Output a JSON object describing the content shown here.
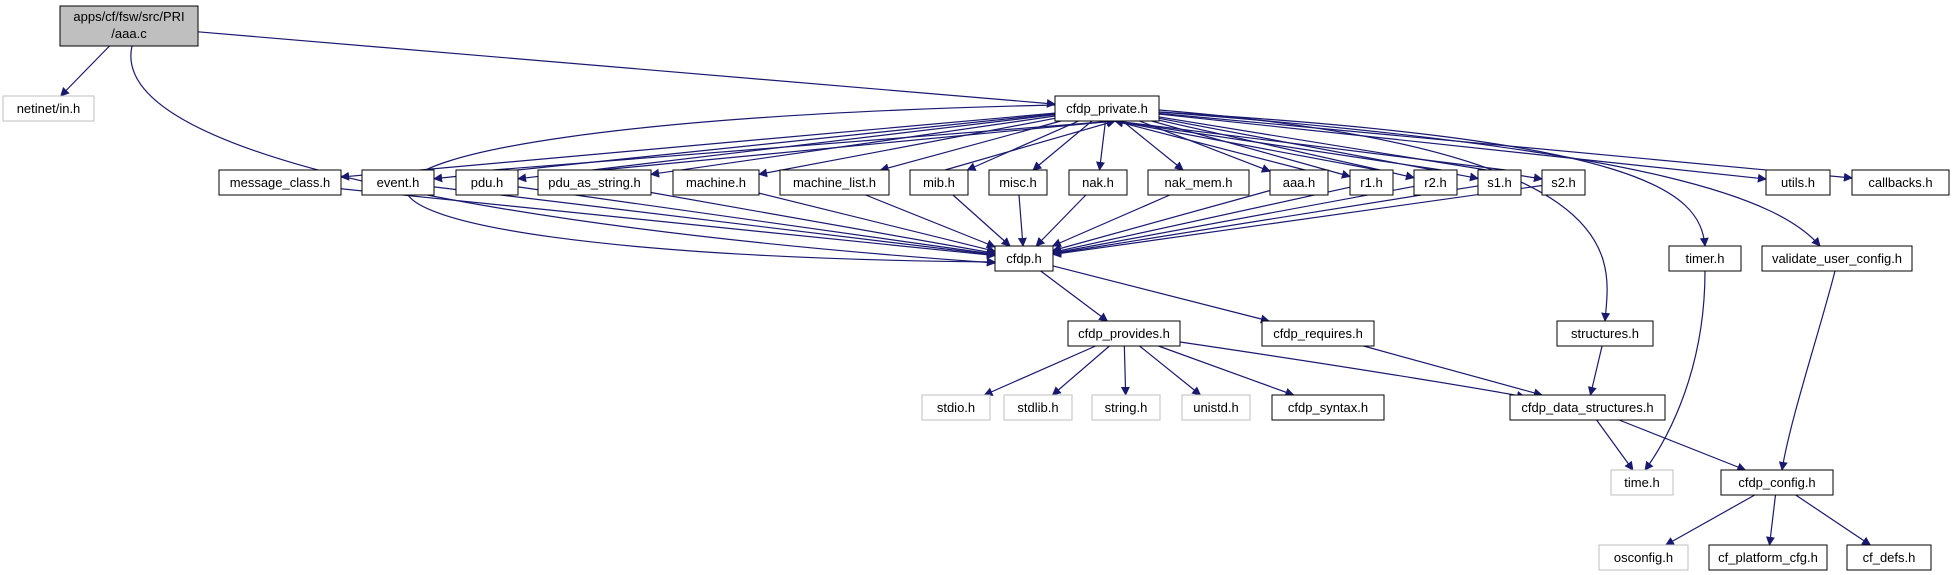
{
  "graph": {
    "root": {
      "line1": "apps/cf/fsw/src/PRI",
      "line2": "/aaa.c"
    },
    "nodes": [
      {
        "id": "netinet_in",
        "label": "netinet/in.h",
        "external": true
      },
      {
        "id": "cfdp_private",
        "label": "cfdp_private.h",
        "external": false
      },
      {
        "id": "message_class",
        "label": "message_class.h",
        "external": false
      },
      {
        "id": "event",
        "label": "event.h",
        "external": false
      },
      {
        "id": "pdu",
        "label": "pdu.h",
        "external": false
      },
      {
        "id": "pdu_as_string",
        "label": "pdu_as_string.h",
        "external": false
      },
      {
        "id": "machine",
        "label": "machine.h",
        "external": false
      },
      {
        "id": "machine_list",
        "label": "machine_list.h",
        "external": false
      },
      {
        "id": "mib",
        "label": "mib.h",
        "external": false
      },
      {
        "id": "misc",
        "label": "misc.h",
        "external": false
      },
      {
        "id": "nak",
        "label": "nak.h",
        "external": false
      },
      {
        "id": "nak_mem",
        "label": "nak_mem.h",
        "external": false
      },
      {
        "id": "aaa",
        "label": "aaa.h",
        "external": false
      },
      {
        "id": "r1",
        "label": "r1.h",
        "external": false
      },
      {
        "id": "r2",
        "label": "r2.h",
        "external": false
      },
      {
        "id": "s1",
        "label": "s1.h",
        "external": false
      },
      {
        "id": "s2",
        "label": "s2.h",
        "external": false
      },
      {
        "id": "utils",
        "label": "utils.h",
        "external": false
      },
      {
        "id": "callbacks",
        "label": "callbacks.h",
        "external": false
      },
      {
        "id": "cfdp",
        "label": "cfdp.h",
        "external": false
      },
      {
        "id": "timer",
        "label": "timer.h",
        "external": false
      },
      {
        "id": "validate_user_config",
        "label": "validate_user_config.h",
        "external": false
      },
      {
        "id": "structures",
        "label": "structures.h",
        "external": false
      },
      {
        "id": "cfdp_provides",
        "label": "cfdp_provides.h",
        "external": false
      },
      {
        "id": "cfdp_requires",
        "label": "cfdp_requires.h",
        "external": false
      },
      {
        "id": "stdio",
        "label": "stdio.h",
        "external": true
      },
      {
        "id": "stdlib",
        "label": "stdlib.h",
        "external": true
      },
      {
        "id": "string",
        "label": "string.h",
        "external": true
      },
      {
        "id": "unistd",
        "label": "unistd.h",
        "external": true
      },
      {
        "id": "cfdp_syntax",
        "label": "cfdp_syntax.h",
        "external": false
      },
      {
        "id": "cfdp_data_structures",
        "label": "cfdp_data_structures.h",
        "external": false
      },
      {
        "id": "time",
        "label": "time.h",
        "external": true
      },
      {
        "id": "cfdp_config",
        "label": "cfdp_config.h",
        "external": false
      },
      {
        "id": "osconfig",
        "label": "osconfig.h",
        "external": true
      },
      {
        "id": "cf_platform_cfg",
        "label": "cf_platform_cfg.h",
        "external": false
      },
      {
        "id": "cf_defs",
        "label": "cf_defs.h",
        "external": false
      }
    ],
    "edges": [
      [
        "root",
        "netinet_in"
      ],
      [
        "root",
        "cfdp_private"
      ],
      [
        "root",
        "cfdp"
      ],
      [
        "cfdp_private",
        "message_class"
      ],
      [
        "cfdp_private",
        "event"
      ],
      [
        "cfdp_private",
        "pdu"
      ],
      [
        "cfdp_private",
        "pdu_as_string"
      ],
      [
        "cfdp_private",
        "machine"
      ],
      [
        "cfdp_private",
        "machine_list"
      ],
      [
        "cfdp_private",
        "mib"
      ],
      [
        "cfdp_private",
        "misc"
      ],
      [
        "cfdp_private",
        "nak"
      ],
      [
        "cfdp_private",
        "nak_mem"
      ],
      [
        "cfdp_private",
        "aaa"
      ],
      [
        "cfdp_private",
        "r1"
      ],
      [
        "cfdp_private",
        "r2"
      ],
      [
        "cfdp_private",
        "s1"
      ],
      [
        "cfdp_private",
        "s2"
      ],
      [
        "cfdp_private",
        "utils"
      ],
      [
        "cfdp_private",
        "callbacks"
      ],
      [
        "cfdp_private",
        "cfdp"
      ],
      [
        "cfdp_private",
        "timer"
      ],
      [
        "cfdp_private",
        "validate_user_config"
      ],
      [
        "cfdp_private",
        "structures"
      ],
      [
        "message_class",
        "cfdp"
      ],
      [
        "event",
        "cfdp"
      ],
      [
        "pdu",
        "cfdp"
      ],
      [
        "pdu",
        "cfdp_private"
      ],
      [
        "pdu_as_string",
        "cfdp"
      ],
      [
        "pdu_as_string",
        "cfdp_private"
      ],
      [
        "machine",
        "cfdp"
      ],
      [
        "machine_list",
        "cfdp"
      ],
      [
        "mib",
        "cfdp"
      ],
      [
        "mib",
        "cfdp_private"
      ],
      [
        "misc",
        "cfdp"
      ],
      [
        "nak",
        "cfdp"
      ],
      [
        "nak_mem",
        "cfdp"
      ],
      [
        "aaa",
        "cfdp"
      ],
      [
        "aaa",
        "cfdp_private"
      ],
      [
        "r1",
        "cfdp"
      ],
      [
        "r1",
        "cfdp_private"
      ],
      [
        "r2",
        "cfdp"
      ],
      [
        "r2",
        "cfdp_private"
      ],
      [
        "s1",
        "cfdp"
      ],
      [
        "s1",
        "cfdp_private"
      ],
      [
        "s2",
        "cfdp"
      ],
      [
        "cfdp",
        "cfdp_provides"
      ],
      [
        "cfdp",
        "cfdp_requires"
      ],
      [
        "cfdp_provides",
        "stdio"
      ],
      [
        "cfdp_provides",
        "stdlib"
      ],
      [
        "cfdp_provides",
        "string"
      ],
      [
        "cfdp_provides",
        "unistd"
      ],
      [
        "cfdp_provides",
        "cfdp_syntax"
      ],
      [
        "cfdp_provides",
        "cfdp_data_structures"
      ],
      [
        "cfdp_requires",
        "cfdp_data_structures"
      ],
      [
        "structures",
        "cfdp_data_structures"
      ],
      [
        "cfdp_data_structures",
        "time"
      ],
      [
        "cfdp_data_structures",
        "cfdp_config"
      ],
      [
        "timer",
        "time"
      ],
      [
        "validate_user_config",
        "cfdp_config"
      ],
      [
        "cfdp_config",
        "osconfig"
      ],
      [
        "cfdp_config",
        "cf_platform_cfg"
      ],
      [
        "cfdp_config",
        "cf_defs"
      ]
    ]
  },
  "colors": {
    "edge": "#191970",
    "node_border": "#000000",
    "external_border": "#bfbfbf",
    "root_fill": "#bfbfbf",
    "text": "#000000"
  }
}
